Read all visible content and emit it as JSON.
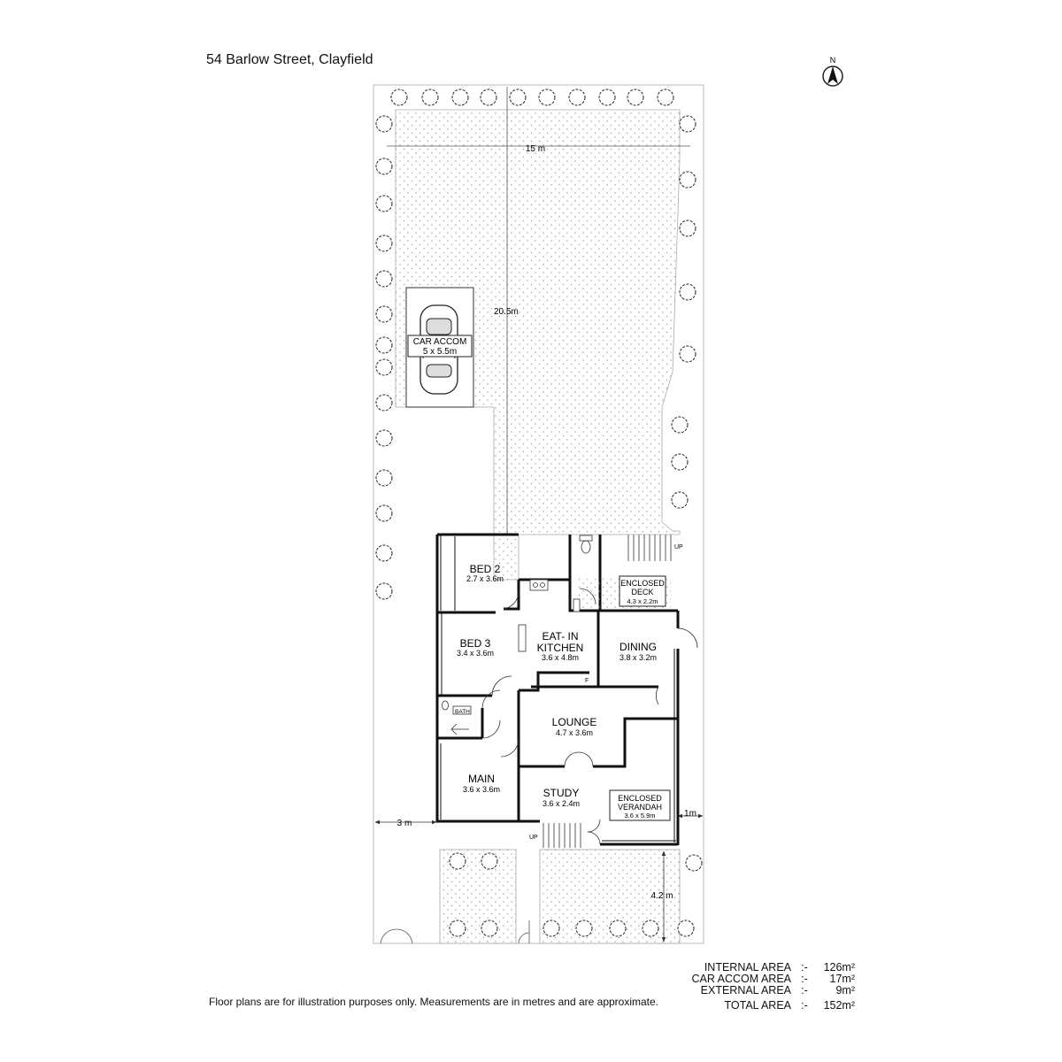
{
  "address": "54 Barlow Street, Clayfield",
  "compass_label": "N",
  "rooms": {
    "bed2": {
      "name": "BED 2",
      "size": "2.7 x 3.6m"
    },
    "bed3": {
      "name": "BED 3",
      "size": "3.4 x 3.6m"
    },
    "kitchen": {
      "name_line1": "EAT- IN",
      "name_line2": "KITCHEN",
      "size": "3.6 x 4.8m"
    },
    "dining": {
      "name": "DINING",
      "size": "3.8 x 3.2m"
    },
    "deck": {
      "name_line1": "ENCLOSED",
      "name_line2": "DECK",
      "size": "4.3 x 2.2m"
    },
    "lounge": {
      "name": "LOUNGE",
      "size": "4.7 x 3.6m"
    },
    "main": {
      "name": "MAIN",
      "size": "3.6 x 3.6m"
    },
    "study": {
      "name": "STUDY",
      "size": "3.6 x 2.4m"
    },
    "verandah": {
      "name_line1": "ENCLOSED",
      "name_line2": "VERANDAH",
      "size": "3.6 x 5.9m"
    },
    "bath": {
      "name": "BATH"
    },
    "car": {
      "name": "CAR ACCOM",
      "size": "5 x 5.5m"
    }
  },
  "dimensions": {
    "width": "15 m",
    "depth": "20.5m",
    "side_left": "3 m",
    "side_right": "1m",
    "front": "4.2 m"
  },
  "stair_labels": {
    "deck": "UP",
    "front": "UP"
  },
  "fridge_label": "F",
  "areas": [
    {
      "label": "INTERNAL AREA",
      "sep": ":-",
      "value": "126m²"
    },
    {
      "label": "CAR ACCOM AREA",
      "sep": ":-",
      "value": "17m²"
    },
    {
      "label": "EXTERNAL AREA",
      "sep": ":-",
      "value": "9m²"
    },
    {
      "label": "TOTAL AREA",
      "sep": ":-",
      "value": "152m²"
    }
  ],
  "disclaimer": "Floor plans are for illustration purposes only. Measurements are in metres and are approximate."
}
